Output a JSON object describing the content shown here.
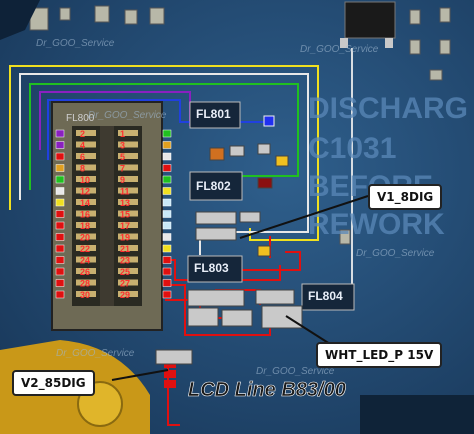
{
  "board": {
    "silk_text": [
      "DISCHARG",
      "C1031",
      "BEFORE",
      "REWORK"
    ],
    "connector_name": "FL800",
    "pin_numbers_left": [
      "2",
      "4",
      "6",
      "8",
      "10",
      "12",
      "14",
      "16",
      "18",
      "20",
      "22",
      "24",
      "26",
      "28",
      "30"
    ],
    "pin_numbers_right": [
      "1",
      "3",
      "5",
      "7",
      "9",
      "11",
      "13",
      "15",
      "17",
      "19",
      "21",
      "23",
      "25",
      "27",
      "29"
    ]
  },
  "components": [
    {
      "name": "fl801",
      "label": "FL801"
    },
    {
      "name": "fl802",
      "label": "FL802"
    },
    {
      "name": "fl803",
      "label": "FL803"
    },
    {
      "name": "fl804",
      "label": "FL804"
    }
  ],
  "callouts": [
    {
      "name": "v1-8dig",
      "label": "V1_8DIG"
    },
    {
      "name": "wht-led-p",
      "label": "WHT_LED_P  15V"
    },
    {
      "name": "v2-85dig",
      "label": "V2_85DIG"
    }
  ],
  "watermark": "Dr_GOO_Service",
  "caption": "LCD Line B83/00",
  "colors": {
    "board": "#2a5682",
    "trace_red": "#e01010",
    "trace_yellow": "#f0e020",
    "trace_green": "#20c020",
    "trace_blue": "#2040e0",
    "trace_purple": "#8a20c0"
  }
}
